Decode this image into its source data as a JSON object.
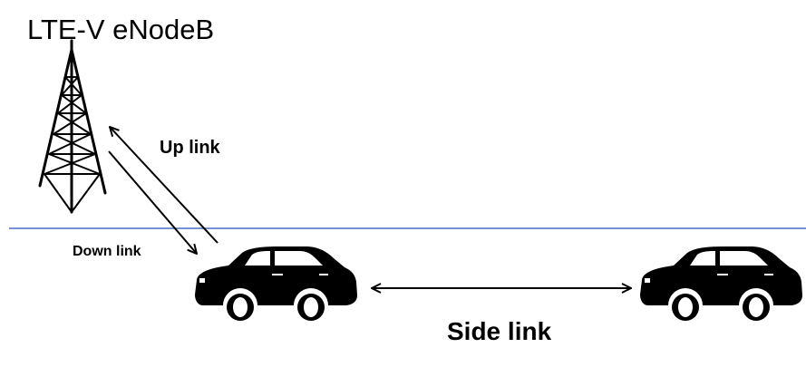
{
  "labels": {
    "base_station": "LTE-V eNodeB",
    "up_link": "Up link",
    "down_link": "Down link",
    "side_link": "Side link"
  },
  "colors": {
    "ground_line": "#4a6fc4",
    "ink": "#000000"
  },
  "icons": {
    "tower": "cell-tower-icon",
    "vehicle_1": "car-icon",
    "vehicle_2": "car-icon"
  }
}
